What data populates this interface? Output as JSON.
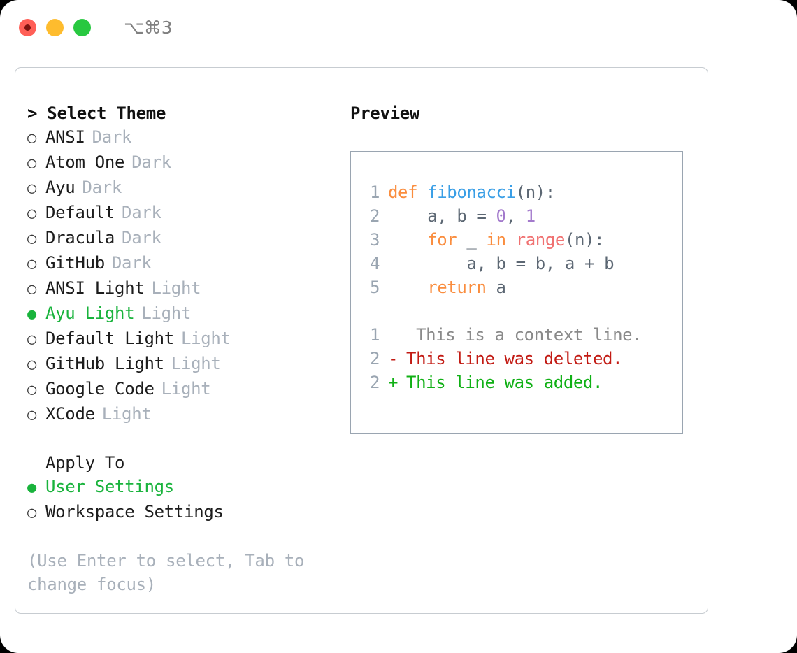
{
  "titlebar": {
    "shortcut": "⌥⌘3",
    "buttons": {
      "close": "close",
      "minimize": "minimize",
      "maximize": "maximize"
    }
  },
  "theme_section": {
    "heading": "> Select Theme",
    "bullet_selected": "●",
    "bullet_unselected": "○",
    "options": [
      {
        "name": "ANSI",
        "variant": "Dark",
        "selected": false
      },
      {
        "name": "Atom One",
        "variant": "Dark",
        "selected": false
      },
      {
        "name": "Ayu",
        "variant": "Dark",
        "selected": false
      },
      {
        "name": "Default",
        "variant": "Dark",
        "selected": false
      },
      {
        "name": "Dracula",
        "variant": "Dark",
        "selected": false
      },
      {
        "name": "GitHub",
        "variant": "Dark",
        "selected": false
      },
      {
        "name": "ANSI Light",
        "variant": "Light",
        "selected": false
      },
      {
        "name": "Ayu Light",
        "variant": "Light",
        "selected": true
      },
      {
        "name": "Default Light",
        "variant": "Light",
        "selected": false
      },
      {
        "name": "GitHub Light",
        "variant": "Light",
        "selected": false
      },
      {
        "name": "Google Code",
        "variant": "Light",
        "selected": false
      },
      {
        "name": "XCode",
        "variant": "Light",
        "selected": false
      }
    ]
  },
  "apply_section": {
    "heading": "Apply To",
    "options": [
      {
        "name": "User Settings",
        "selected": true
      },
      {
        "name": "Workspace Settings",
        "selected": false
      }
    ]
  },
  "hint": "(Use Enter to select, Tab to change focus)",
  "preview": {
    "title": "Preview",
    "code_lines": [
      {
        "num": "1",
        "tokens": [
          {
            "t": "def ",
            "c": "kw"
          },
          {
            "t": "fibonacci",
            "c": "fn"
          },
          {
            "t": "(n):",
            "c": "punct"
          }
        ]
      },
      {
        "num": "2",
        "tokens": [
          {
            "t": "    a, b = ",
            "c": "txt"
          },
          {
            "t": "0",
            "c": "num"
          },
          {
            "t": ", ",
            "c": "txt"
          },
          {
            "t": "1",
            "c": "num"
          }
        ]
      },
      {
        "num": "3",
        "tokens": [
          {
            "t": "    ",
            "c": "txt"
          },
          {
            "t": "for",
            "c": "kw"
          },
          {
            "t": " _ ",
            "c": "txt"
          },
          {
            "t": "in",
            "c": "kw"
          },
          {
            "t": " ",
            "c": "txt"
          },
          {
            "t": "range",
            "c": "bi"
          },
          {
            "t": "(n):",
            "c": "punct"
          }
        ]
      },
      {
        "num": "4",
        "tokens": [
          {
            "t": "        a, b = b, a + b",
            "c": "txt"
          }
        ]
      },
      {
        "num": "5",
        "tokens": [
          {
            "t": "    ",
            "c": "txt"
          },
          {
            "t": "return",
            "c": "kw"
          },
          {
            "t": " a",
            "c": "txt"
          }
        ]
      }
    ],
    "diff_lines": [
      {
        "num": "1",
        "sign": " ",
        "text": "  This is a context line.",
        "kind": "diff-ctx"
      },
      {
        "num": "2",
        "sign": "-",
        "text": " This line was deleted.",
        "kind": "diff-del"
      },
      {
        "num": "2",
        "sign": "+",
        "text": " This line was added.",
        "kind": "diff-add"
      }
    ]
  },
  "colors": {
    "accent_green": "#19b33c",
    "keyword_orange": "#fa8d3e",
    "function_blue": "#399ee6",
    "number_purple": "#a37acc",
    "builtin_red": "#f07171",
    "muted_gray": "#a8b0ba",
    "diff_add": "#10b015",
    "diff_del": "#c21a13",
    "traffic_red": "#ff5f57",
    "traffic_yellow": "#febc2e",
    "traffic_green": "#28c840"
  }
}
